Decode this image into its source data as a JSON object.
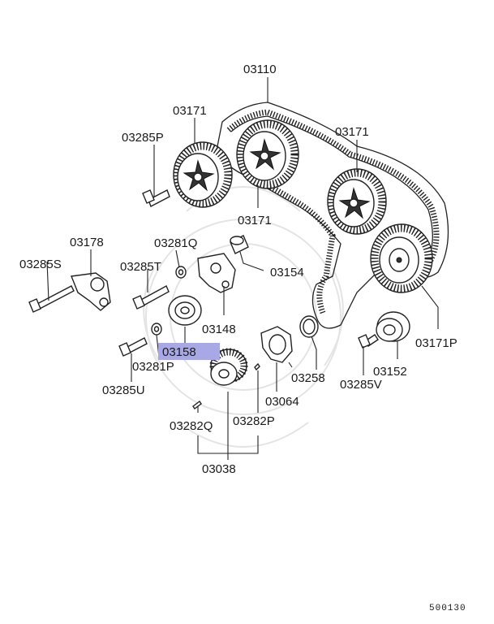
{
  "diagram": {
    "parts": {
      "p03110": "03110",
      "p03171_top": "03171",
      "p03171_right": "03171",
      "p03171_mid": "03171",
      "p03171P": "03171P",
      "p03285P": "03285P",
      "p03178": "03178",
      "p03285S": "03285S",
      "p03281Q": "03281Q",
      "p03285T": "03285T",
      "p03154": "03154",
      "p03148": "03148",
      "p03158": "03158",
      "p03281P": "03281P",
      "p03285U": "03285U",
      "p03258": "03258",
      "p03064": "03064",
      "p03285V": "03285V",
      "p03152": "03152",
      "p03282Q": "03282Q",
      "p03282P": "03282P",
      "p03038": "03038"
    },
    "highlight_color": "#a8a8e6",
    "diagram_code": "500130"
  }
}
